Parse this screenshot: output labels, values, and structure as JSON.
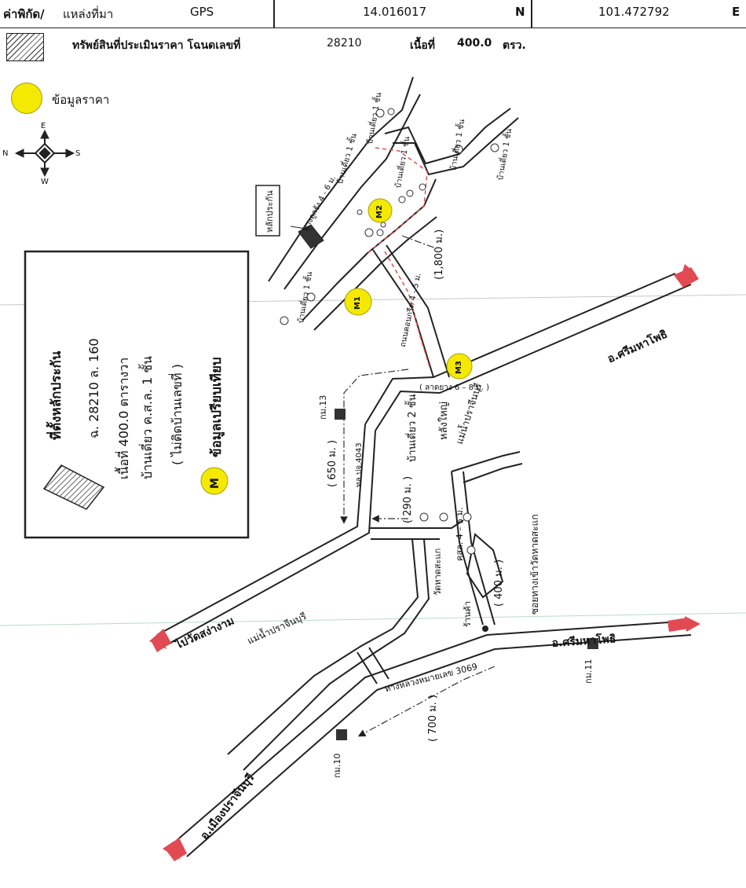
{
  "header": {
    "label_coordinates": "ค่าพิกัด/",
    "label_source": "แหล่งที่มา",
    "gps": "GPS",
    "lat": "14.016017",
    "lat_dir": "N",
    "lon": "101.472792",
    "lon_dir": "E"
  },
  "property": {
    "label": "ทรัพย์สินที่ประเมินราคา โฉนดเลขที่",
    "deed_no": "28210",
    "area_label": "เนื้อที่",
    "area": "400.0",
    "area_unit": "ตรว."
  },
  "legend": {
    "price_data": "ข้อมูลราคา"
  },
  "compass": {
    "n": "N",
    "e": "E",
    "s": "S",
    "w": "W"
  },
  "infobox": {
    "line1": "ที่ตั้งหลักประกัน",
    "line2": "ฉ. 28210 ล. 160",
    "line3": "เนื้อที่ 400.0 ตารางวา",
    "line4": "บ้านเดี่ยว ค.ส.ล. 1 ชั้น",
    "line5": "( ไม่ติดบ้านเลขที่ )",
    "line6": "ข้อมูลเปรียบเทียบ",
    "marker": "M"
  },
  "markers": {
    "m1": "M1",
    "m2": "M2",
    "m3": "M3"
  },
  "labels": {
    "collateral": "หลักประกัน",
    "gravel_road": "ทางลูกรัง 4 - 6 ม.",
    "house1_a": "บ้านเดี่ยว 1 ชั้น",
    "house1_b": "บ้านเดี่ยว 1 ชั้น",
    "house1_c": "บ้านเดี่ยว 1 ชั้น",
    "house1_d": "บ้านเดี่ยว 1 ชั้น",
    "house1_e": "บ้านเดี่ยว 1 ชั้น",
    "house1_f": "บ้านเดี่ยว 1 ชั้น",
    "dist_1800": "(1,800 ม.)",
    "road_conc": "ถนนคอนกรีต 4 - 5 ม.",
    "to_srimahaphot1": "อ.ศรีมหาโพธิ",
    "asphalt": "( ลาดยาง 6 – 8 ม. )",
    "km13": "กม.13",
    "dist_650": "( 650 ม. )",
    "road4043": "ทล.ปจ.4043",
    "house2": "บ้านเดี่ยว 2 ชั้น",
    "house2_b": "หลังใหญ่",
    "river1": "แม่น้ำปราจีนบุรี",
    "dist_290": "( 290 ม. )",
    "conc_road2": "คสล. 4 – 5 ม.",
    "wat": "วัดหาดสะแก",
    "soi_wat": "ซอยทางเข้าวัดหาดสะแก",
    "dist_400": "( 400 ม. )",
    "to_watsangngam": "ไปวัดสง่างาม",
    "river2": "แม่น้ำปราจีนบุรี",
    "shop": "ร้านค้า",
    "highway3069": "ทางหลวงหมายเลข 3069",
    "to_srimahaphot2": "อ.ศรีมหาโพธิ",
    "km11": "กม.11",
    "dist_700": "( 700 ม. )",
    "km10": "กม.10",
    "to_mueang": "อ.เมืองปราจีนบุรี"
  },
  "colors": {
    "marker_yellow": "#f4e900",
    "arrow_red": "#e14a52",
    "route_red": "#d8504e"
  }
}
